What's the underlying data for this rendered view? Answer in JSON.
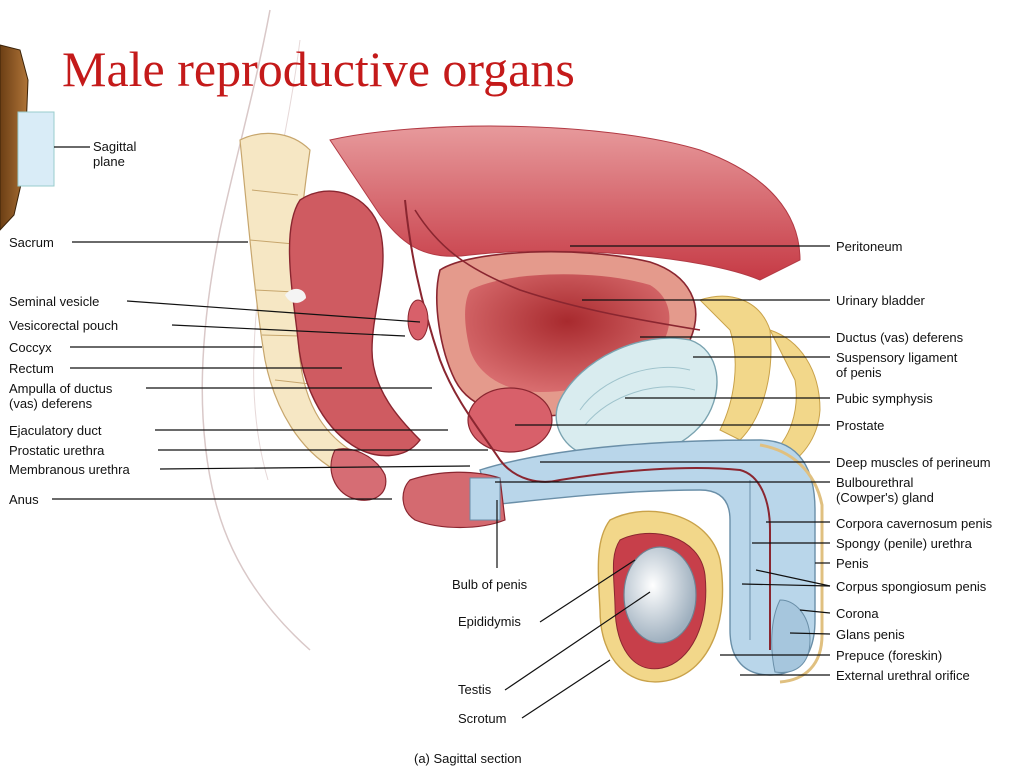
{
  "title": "Male reproductive organs",
  "caption": "(a) Sagittal section",
  "inset_label": "Sagittal\nplane",
  "labels_left": [
    {
      "id": "sacrum",
      "text": "Sacrum"
    },
    {
      "id": "seminal-vesicle",
      "text": "Seminal vesicle"
    },
    {
      "id": "vesicorectal-pouch",
      "text": "Vesicorectal pouch"
    },
    {
      "id": "coccyx",
      "text": "Coccyx"
    },
    {
      "id": "rectum",
      "text": "Rectum"
    },
    {
      "id": "ampulla",
      "text": "Ampulla of ductus\n(vas) deferens"
    },
    {
      "id": "ejaculatory-duct",
      "text": "Ejaculatory duct"
    },
    {
      "id": "prostatic-urethra",
      "text": "Prostatic urethra"
    },
    {
      "id": "membranous-urethra",
      "text": "Membranous urethra"
    },
    {
      "id": "anus",
      "text": "Anus"
    }
  ],
  "labels_right": [
    {
      "id": "peritoneum",
      "text": "Peritoneum"
    },
    {
      "id": "urinary-bladder",
      "text": "Urinary bladder"
    },
    {
      "id": "ductus-deferens",
      "text": "Ductus (vas) deferens"
    },
    {
      "id": "suspensory-ligament",
      "text": "Suspensory ligament\nof penis"
    },
    {
      "id": "pubic-symphysis",
      "text": "Pubic symphysis"
    },
    {
      "id": "prostate",
      "text": "Prostate"
    },
    {
      "id": "deep-muscles",
      "text": "Deep muscles of perineum"
    },
    {
      "id": "bulbourethral",
      "text": "Bulbourethral\n(Cowper's) gland"
    },
    {
      "id": "corpora-cavernosum",
      "text": "Corpora cavernosum penis"
    },
    {
      "id": "spongy-urethra",
      "text": "Spongy (penile) urethra"
    },
    {
      "id": "penis",
      "text": "Penis"
    },
    {
      "id": "corpus-spongiosum",
      "text": "Corpus spongiosum penis"
    },
    {
      "id": "corona",
      "text": "Corona"
    },
    {
      "id": "glans-penis",
      "text": "Glans penis"
    },
    {
      "id": "prepuce",
      "text": "Prepuce (foreskin)"
    },
    {
      "id": "external-urethral-orifice",
      "text": "External urethral orifice"
    }
  ],
  "labels_bottom": [
    {
      "id": "bulb-of-penis",
      "text": "Bulb of penis"
    },
    {
      "id": "epididymis",
      "text": "Epididymis"
    },
    {
      "id": "testis",
      "text": "Testis"
    },
    {
      "id": "scrotum",
      "text": "Scrotum"
    }
  ],
  "colors": {
    "title": "#c41a1a",
    "muscle": "#c94a55",
    "bladder": "#d8646a",
    "fat": "#f2d78a",
    "bone": "#f6e7c4",
    "erectile": "#b9d6ea",
    "testis": "#cfd8e0"
  }
}
